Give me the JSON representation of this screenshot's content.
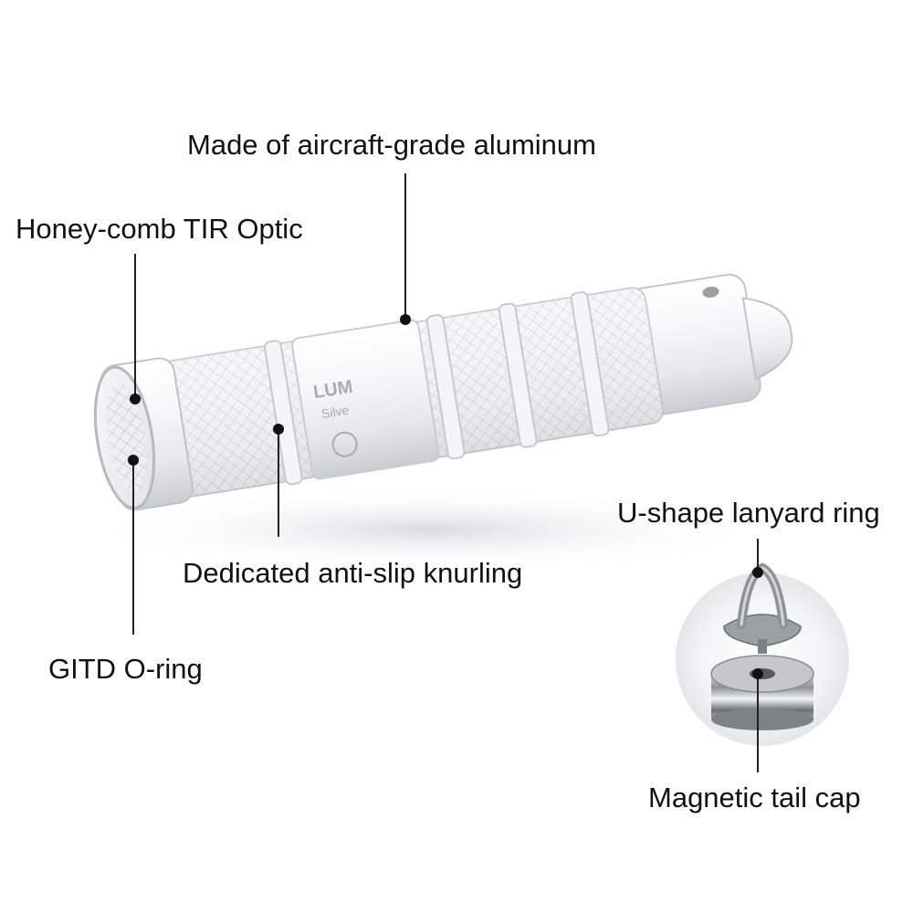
{
  "callouts": {
    "aluminum": "Made of aircraft-grade aluminum",
    "optic": "Honey-comb TIR Optic",
    "knurling": "Dedicated anti-slip knurling",
    "oring": "GITD O-ring",
    "lanyard": "U-shape lanyard ring",
    "tailcap": "Magnetic tail cap"
  },
  "product_markings": {
    "brand_text": "LUM",
    "model_text": "Silve"
  },
  "colors": {
    "label_text": "#111111",
    "leader_line": "#222222",
    "background": "#ffffff"
  }
}
